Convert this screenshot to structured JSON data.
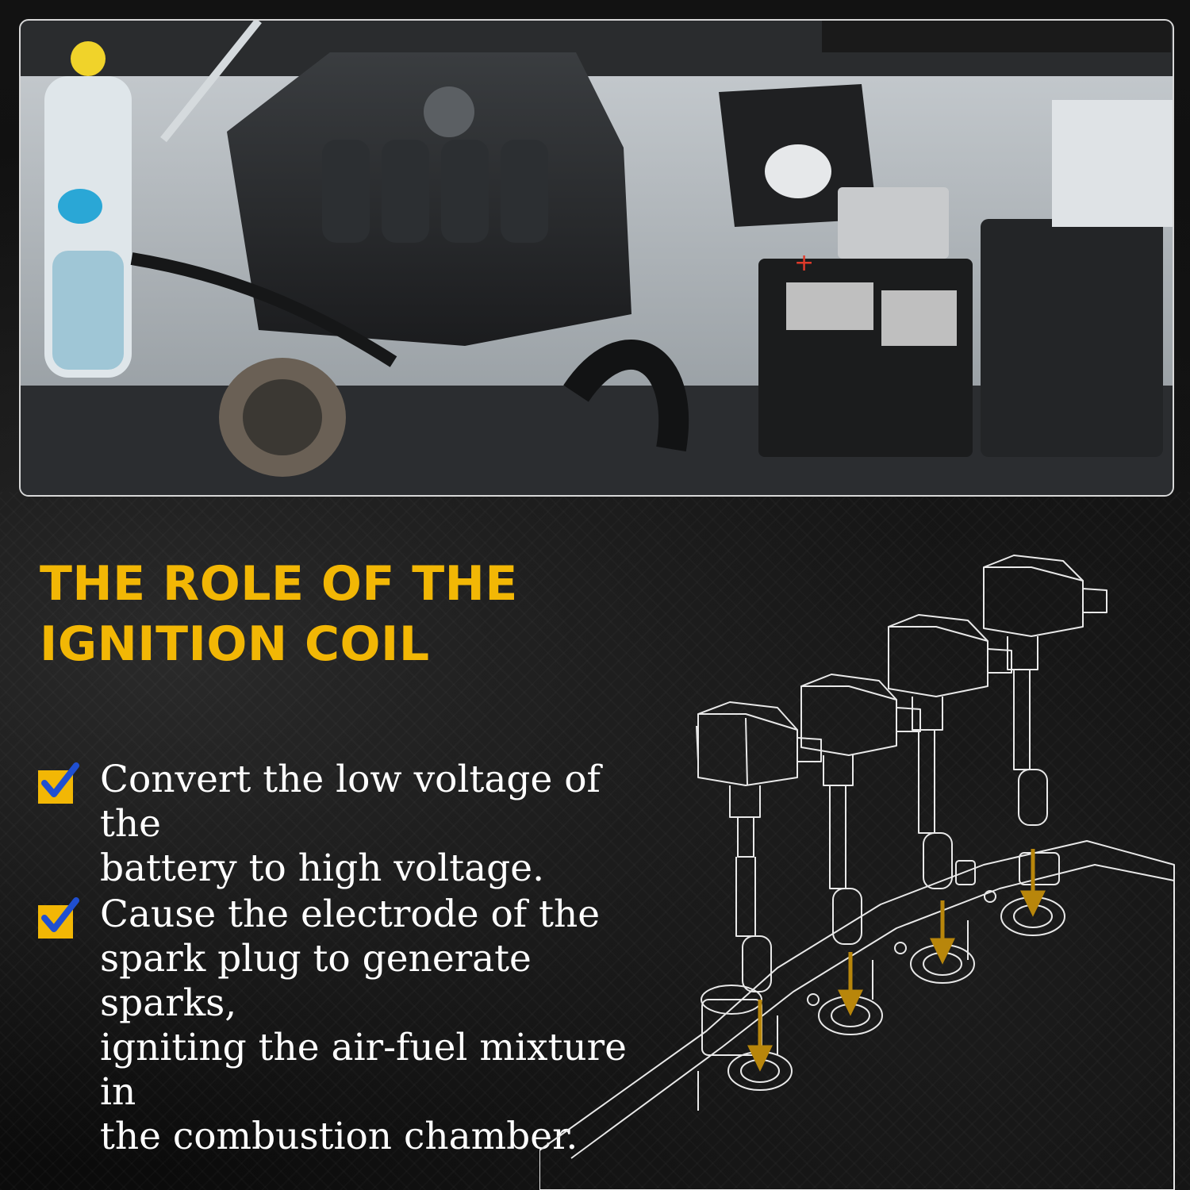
{
  "title": {
    "line1": "THE ROLE OF THE",
    "line2": "IGNITION COIL"
  },
  "bullets": [
    {
      "line1": "Convert the low voltage of the",
      "line2": "battery to high voltage."
    },
    {
      "line1": "Cause the electrode of the",
      "line2": "spark plug to generate sparks,",
      "line3": "igniting the air-fuel mixture in",
      "line4": "the combustion chamber."
    }
  ],
  "colors": {
    "accent": "#f2b705",
    "check_box": "#f2b705",
    "check_mark": "#1f4fd1",
    "arrow": "#b8860b",
    "background": "#0d0d0d",
    "text": "#ffffff"
  },
  "icons": {
    "bullet": "checkbox-checked-icon"
  }
}
